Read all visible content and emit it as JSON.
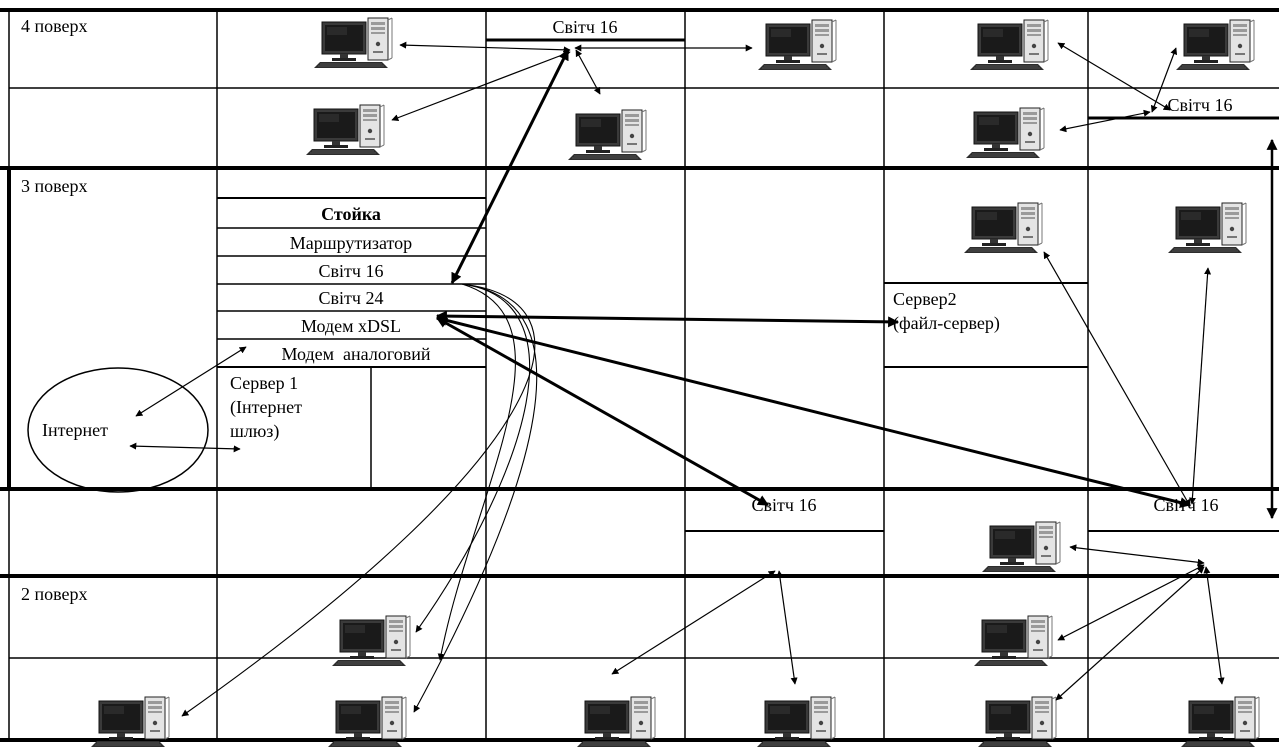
{
  "floors": {
    "floor4": "4 поверх",
    "floor3": "3 поверх",
    "floor2": "2 поверх"
  },
  "rack": {
    "title": "Стойка",
    "router": "Маршрутизатор",
    "switch16": "Світч 16",
    "switch24": "Світч 24",
    "modem_xdsl": "Модем xDSL",
    "modem_analog": "Модем  аналоговий",
    "server1_line1": "Сервер 1",
    "server1_line2": "(Інтернет",
    "server1_line3": "шлюз)"
  },
  "server2": {
    "line1": "Сервер2",
    "line2": "(файл-сервер)"
  },
  "switches": {
    "floor4_center": "Світч 16",
    "floor4_right": "Світч 16",
    "floor3_center": "Світч 16",
    "floor3_right": "Світч 16"
  },
  "internet": "Інтернет",
  "icons": {
    "computer": "desktop-computer-icon"
  }
}
